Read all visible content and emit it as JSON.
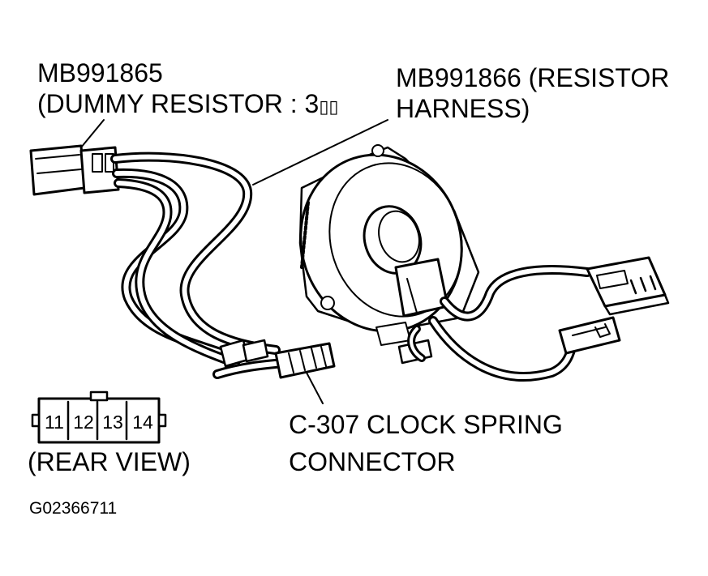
{
  "labels": {
    "dummy_resistor_part": "MB991865",
    "dummy_resistor_desc": "(DUMMY RESISTOR : 3",
    "dummy_resistor_unit_glyphs": "▯▯",
    "resistor_harness_line1": "MB991866 (RESISTOR",
    "resistor_harness_line2": "HARNESS)",
    "connector_line1": "C-307 CLOCK SPRING",
    "connector_line2": "CONNECTOR",
    "rear_view": "(REAR VIEW)",
    "figure_id": "G02366711"
  },
  "connector_pins": [
    "11",
    "12",
    "13",
    "14"
  ],
  "colors": {
    "line": "#000000",
    "background": "#ffffff"
  }
}
